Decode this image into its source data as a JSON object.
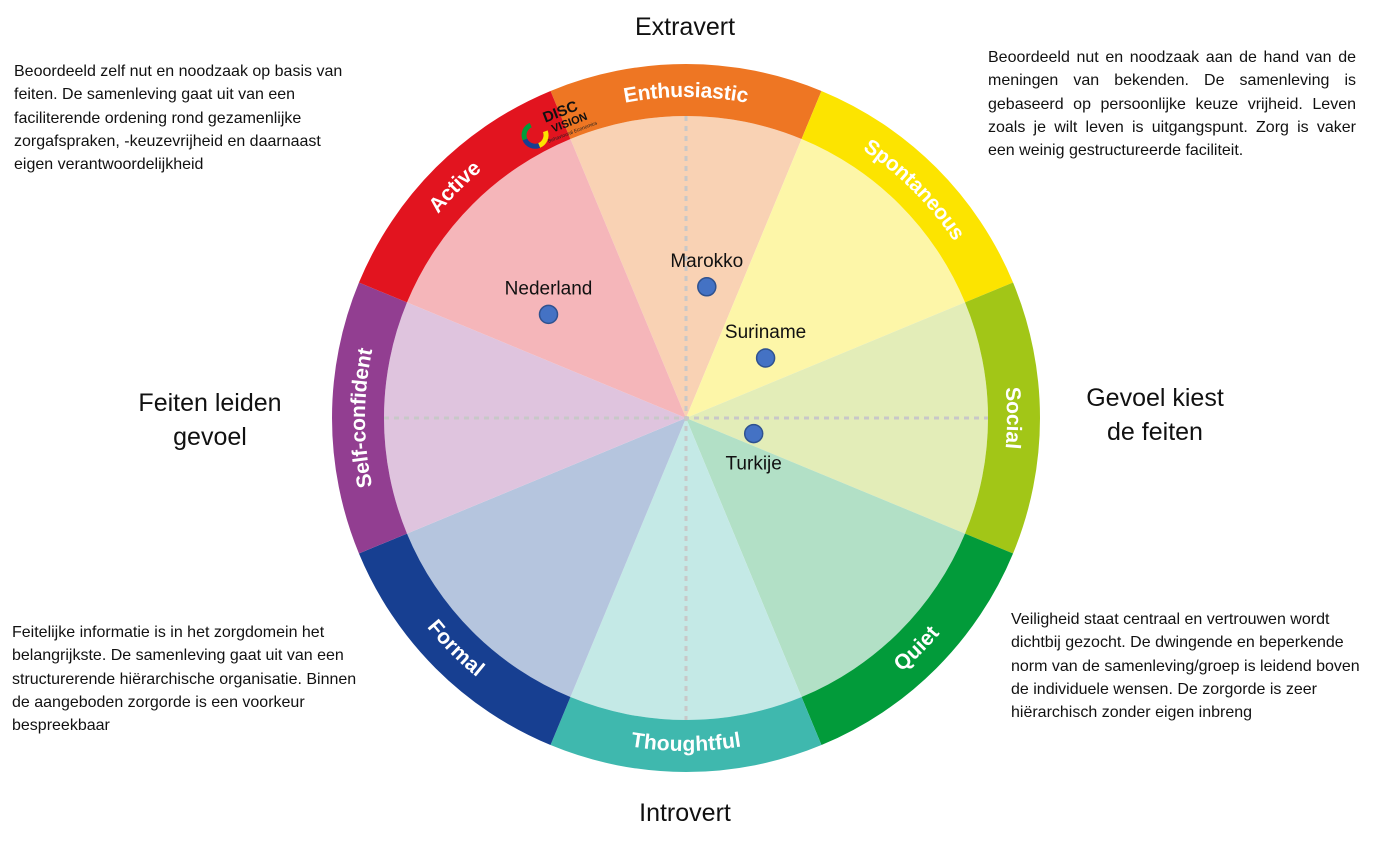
{
  "axes": {
    "top": "Extravert",
    "bottom": "Introvert",
    "left_line1": "Feiten leiden",
    "left_line2": "gevoel",
    "right_line1": "Gevoel kiest",
    "right_line2": "de feiten"
  },
  "notes": {
    "top_left": "Beoordeeld zelf nut en noodzaak op basis van feiten. De samenleving gaat uit van een faciliterende ordening rond gezamenlijke zorgafspraken, -keuzevrijheid en daarnaast eigen verantwoordelijkheid",
    "top_right": "Beoordeeld nut en noodzaak aan de hand van de meningen van bekenden. De samenleving is gebaseerd op persoonlijke keuze vrijheid. Leven zoals je wilt leven is uitgangspunt. Zorg is vaker een weinig gestructureerde faciliteit.",
    "bottom_left": "Feitelijke informatie is in het zorgdomein het belangrijkste. De samenleving gaat uit van een structurerende hiërarchische organisatie. Binnen de aangeboden zorgorde is een voorkeur bespreekbaar",
    "bottom_right": "Veiligheid staat centraal en vertrouwen wordt dichtbij gezocht. De dwingende en beperkende norm van de samenleving/groep is leidend boven de individuele wensen. De zorgorde is zeer hiërarchisch zonder eigen inbreng"
  },
  "logo": {
    "line1": "DISC",
    "line2": "VISION",
    "line3": "Behavioural Economics"
  },
  "segments": [
    {
      "label": "Enthusiastic",
      "ring_color": "#EE7623",
      "fill_color": "#F9D2B4"
    },
    {
      "label": "Spontaneous",
      "ring_color": "#FCE400",
      "fill_color": "#FDF6A8"
    },
    {
      "label": "Social",
      "ring_color": "#A2C617",
      "fill_color": "#E3EDB8"
    },
    {
      "label": "Quiet",
      "ring_color": "#029B3A",
      "fill_color": "#B2E0C6"
    },
    {
      "label": "Thoughtful",
      "ring_color": "#3FB8AE",
      "fill_color": "#C4E9E6"
    },
    {
      "label": "Formal",
      "ring_color": "#173F91",
      "fill_color": "#B5C5DE"
    },
    {
      "label": "Self-confident",
      "ring_color": "#923E91",
      "fill_color": "#DFC4DE"
    },
    {
      "label": "Active",
      "ring_color": "#E2141F",
      "fill_color": "#F5B6BA"
    }
  ],
  "countries": [
    {
      "name": "Nederland",
      "angle_deg": 307,
      "radius_fraction": 0.57,
      "label_position": "above"
    },
    {
      "name": "Marokko",
      "angle_deg": 9,
      "radius_fraction": 0.44,
      "label_position": "above"
    },
    {
      "name": "Suriname",
      "angle_deg": 53,
      "radius_fraction": 0.33,
      "label_position": "above"
    },
    {
      "name": "Turkije",
      "angle_deg": 103,
      "radius_fraction": 0.23,
      "label_position": "below"
    }
  ],
  "colors": {
    "dot": "#4472C4",
    "dot_outline": "#2F528F",
    "axis_dash": "#C8C8C8"
  }
}
